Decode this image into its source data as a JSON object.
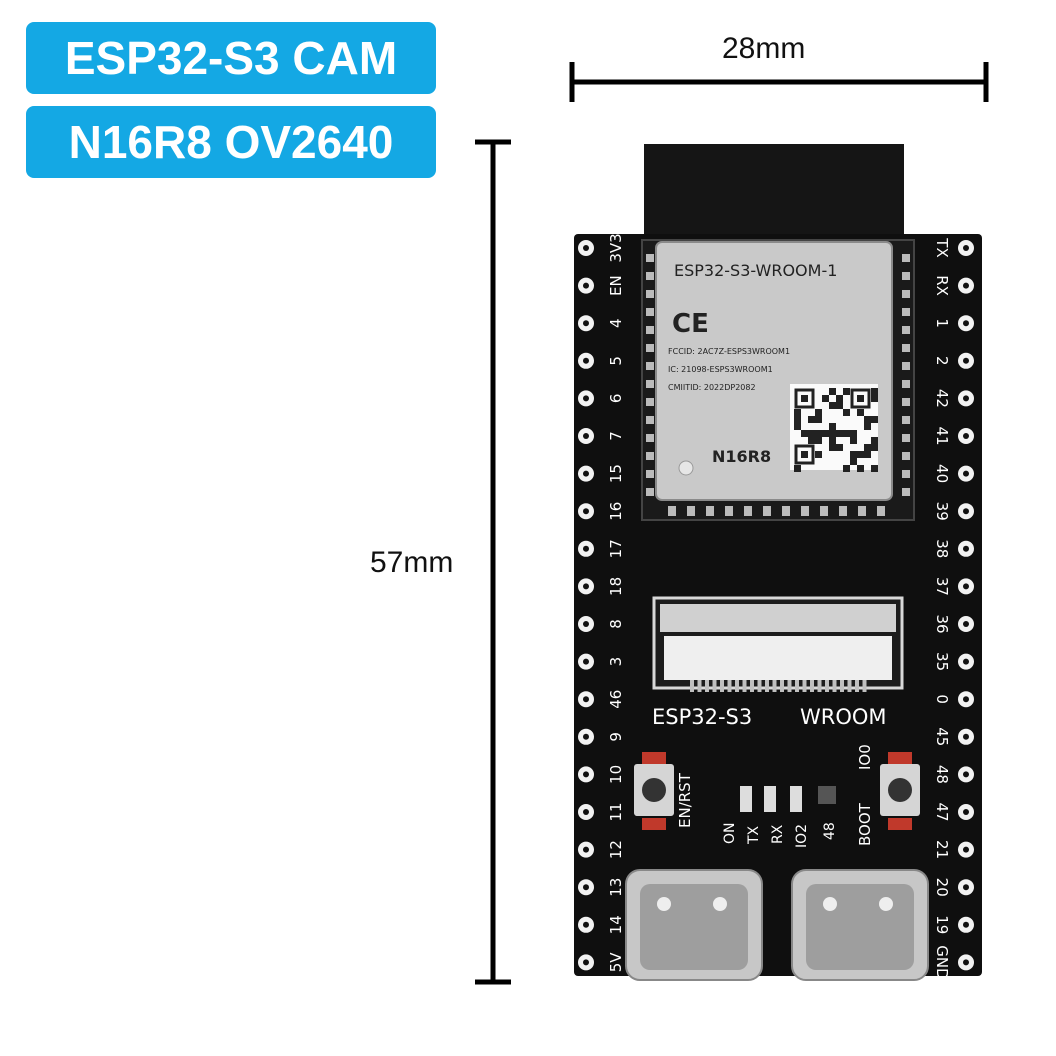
{
  "badges": {
    "line1": "ESP32-S3 CAM",
    "line2": "N16R8 OV2640"
  },
  "dimensions": {
    "width": "28mm",
    "height": "57mm"
  },
  "module": {
    "name": "ESP32-S3-WROOM-1",
    "ce": "CE",
    "fccid": "FCCID: 2AC7Z-ESPS3WROOM1",
    "ic": "IC: 21098-ESPS3WROOM1",
    "cmiit": "CMIITID: 2022DP2082",
    "variant": "N16R8"
  },
  "silkscreen": {
    "board_name_left": "ESP32-S3",
    "board_name_right": "WROOM",
    "en_rst": "EN/RST",
    "boot": "BOOT",
    "io0": "IO0",
    "led_on": "ON",
    "led_tx": "TX",
    "led_rx": "RX",
    "led_io2": "IO2",
    "led_48": "48"
  },
  "pins_left": [
    "3V3",
    "EN",
    "4",
    "5",
    "6",
    "7",
    "15",
    "16",
    "17",
    "18",
    "8",
    "3",
    "46",
    "9",
    "10",
    "11",
    "12",
    "13",
    "14",
    "5V"
  ],
  "pins_right": [
    "TX",
    "RX",
    "1",
    "2",
    "42",
    "41",
    "40",
    "39",
    "38",
    "37",
    "36",
    "35",
    "0",
    "45",
    "48",
    "47",
    "21",
    "20",
    "19",
    "GND"
  ],
  "colors": {
    "badge": "#14a8e4",
    "pcb": "#111111",
    "module": "#c8c8c8",
    "silk": "#ffffff"
  }
}
